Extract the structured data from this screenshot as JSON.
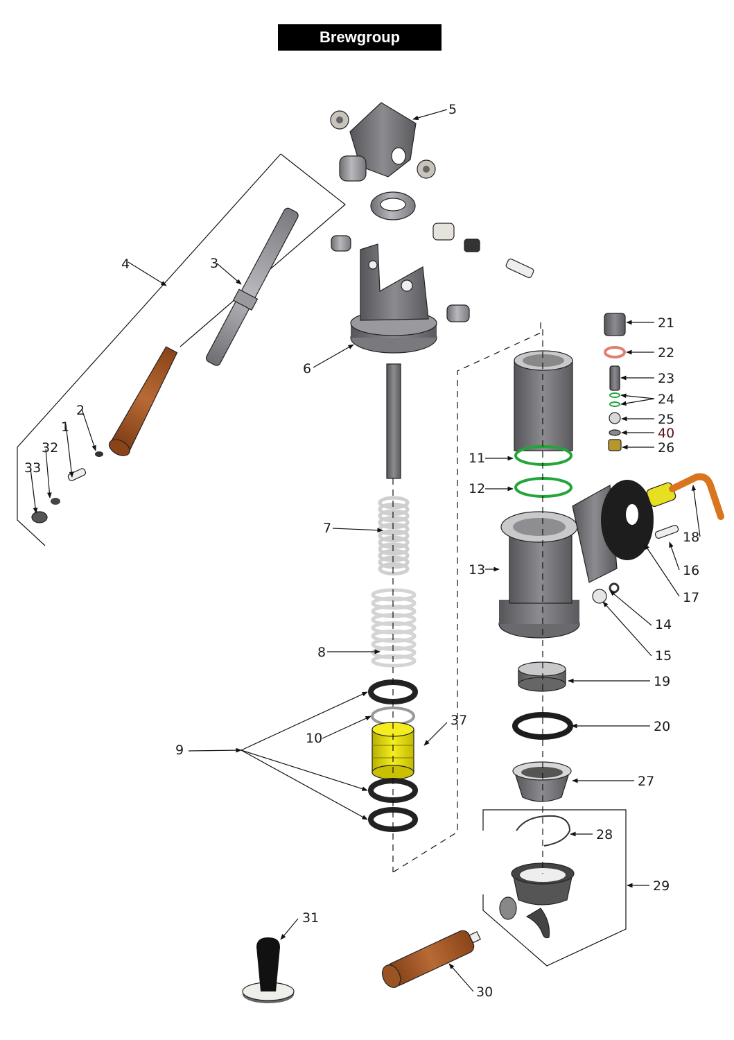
{
  "title": "Brewgroup",
  "colors": {
    "metal": "#8e8e92",
    "metal_light": "#c9c9cc",
    "wood": "#a85a2a",
    "oring_green": "#22a63a",
    "gasket_black": "#1d1d1d",
    "yellow_piston": "#e8e000",
    "brass": "#b8962e",
    "copper": "#d9741f",
    "washer_red": "#e08070",
    "label_red": "#5a0f1a"
  },
  "callouts": [
    {
      "id": "1",
      "part": "pivot-pin"
    },
    {
      "id": "2",
      "part": "washer"
    },
    {
      "id": "3",
      "part": "lever-nut"
    },
    {
      "id": "4",
      "part": "lever-assembly"
    },
    {
      "id": "5",
      "part": "lever-pivot-block"
    },
    {
      "id": "6",
      "part": "group-head-cap"
    },
    {
      "id": "7",
      "part": "inner-spring"
    },
    {
      "id": "8",
      "part": "outer-spring"
    },
    {
      "id": "9",
      "part": "piston-seals"
    },
    {
      "id": "10",
      "part": "piston-ring"
    },
    {
      "id": "11",
      "part": "o-ring-upper"
    },
    {
      "id": "12",
      "part": "o-ring-lower"
    },
    {
      "id": "13",
      "part": "bolt"
    },
    {
      "id": "14",
      "part": "washer-small"
    },
    {
      "id": "15",
      "part": "cap-nut"
    },
    {
      "id": "16",
      "part": "pin"
    },
    {
      "id": "17",
      "part": "flange-gasket"
    },
    {
      "id": "18",
      "part": "copper-pipe"
    },
    {
      "id": "19",
      "part": "shower-screen"
    },
    {
      "id": "20",
      "part": "group-gasket"
    },
    {
      "id": "21",
      "part": "valve-cap"
    },
    {
      "id": "22",
      "part": "copper-washer"
    },
    {
      "id": "23",
      "part": "valve-stem"
    },
    {
      "id": "24",
      "part": "valve-o-rings"
    },
    {
      "id": "25",
      "part": "valve-ball"
    },
    {
      "id": "40",
      "part": "valve-spring-washer",
      "highlight": true
    },
    {
      "id": "26",
      "part": "valve-seat"
    },
    {
      "id": "27",
      "part": "filter-basket"
    },
    {
      "id": "28",
      "part": "basket-spring-clip"
    },
    {
      "id": "29",
      "part": "portafilter-assembly"
    },
    {
      "id": "30",
      "part": "portafilter-handle"
    },
    {
      "id": "31",
      "part": "tamper"
    },
    {
      "id": "32",
      "part": "washer-end"
    },
    {
      "id": "33",
      "part": "end-cap"
    },
    {
      "id": "37",
      "part": "group-assembly"
    }
  ]
}
